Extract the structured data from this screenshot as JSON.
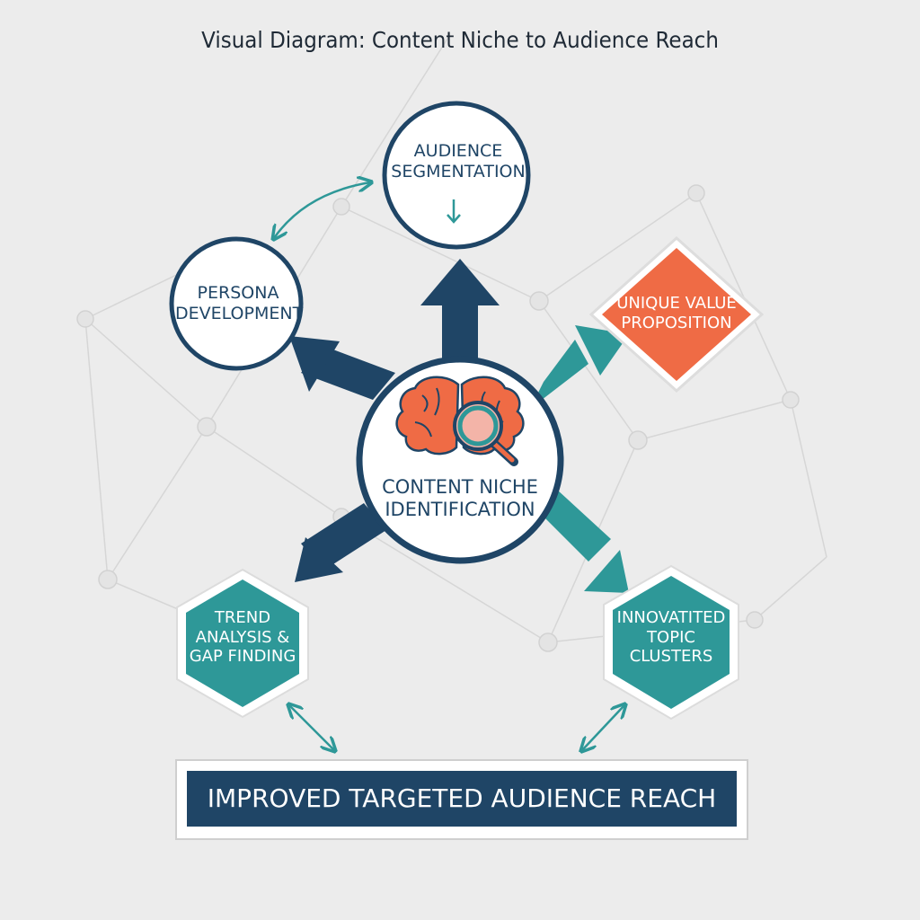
{
  "title": "Visual Diagram: Content Niche to Audience Reach",
  "colors": {
    "navy": "#1f4566",
    "teal": "#2e9898",
    "orange": "#ef6b45",
    "background": "#ececec"
  },
  "nodes": {
    "center": {
      "line1": "CONTENT NICHE",
      "line2": "IDENTIFICATION",
      "icon": "brain-magnifier-icon"
    },
    "audience": {
      "line1": "AUDIENCE",
      "line2": "SEGMENTATION",
      "icon": "arrow-down-icon"
    },
    "persona": {
      "line1": "PERSONA",
      "line2": "DEVELOPMENT"
    },
    "uvp": {
      "line1": "UNIQUE VALUE",
      "line2": "PROPOSITION"
    },
    "trend": {
      "line1": "TREND",
      "line2": "ANALYSIS &",
      "line3": "GAP FINDING"
    },
    "topic": {
      "line1": "INNOVATITED",
      "line2": "TOPIC",
      "line3": "CLUSTERS"
    }
  },
  "result": {
    "label": "IMPROVED TARGETED AUDIENCE REACH"
  }
}
